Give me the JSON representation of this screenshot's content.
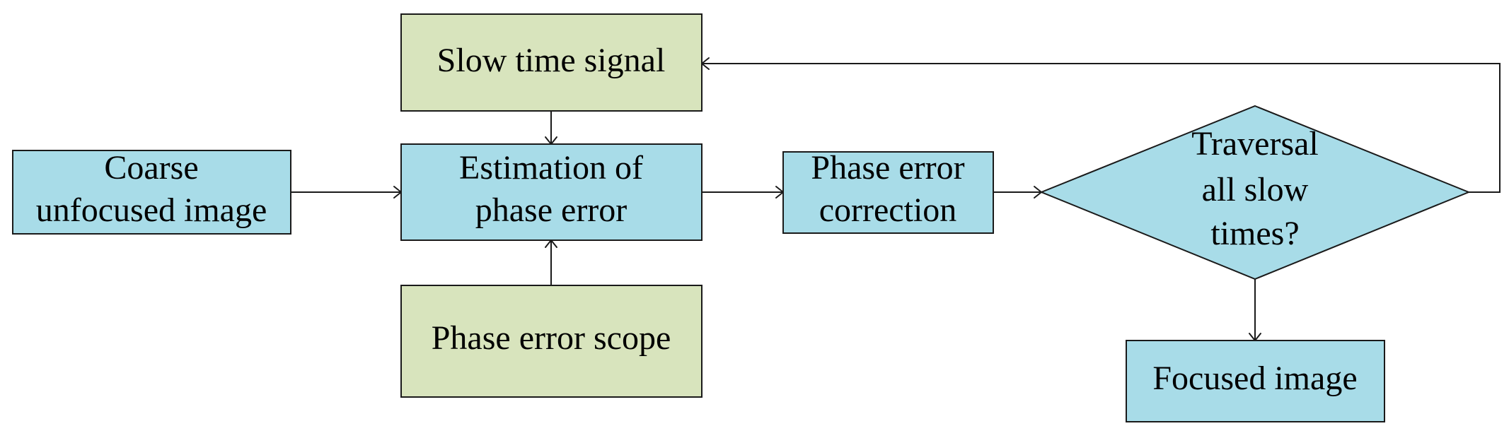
{
  "colors": {
    "process_fill": "#a8dce8",
    "input_fill": "#d8e4bd",
    "stroke": "#1a1a1a"
  },
  "nodes": {
    "slow_time_signal": {
      "lines": [
        "Slow time signal"
      ]
    },
    "coarse_unfocused_image": {
      "lines": [
        "Coarse",
        "unfocused image"
      ]
    },
    "estimation_of_phase_error": {
      "lines": [
        "Estimation of",
        "phase error"
      ]
    },
    "phase_error_scope": {
      "lines": [
        "Phase error scope"
      ]
    },
    "phase_error_correction": {
      "lines": [
        "Phase error",
        "correction"
      ]
    },
    "traversal_decision": {
      "lines": [
        "Traversal",
        "all slow",
        "times?"
      ]
    },
    "focused_image": {
      "lines": [
        "Focused image"
      ]
    }
  }
}
